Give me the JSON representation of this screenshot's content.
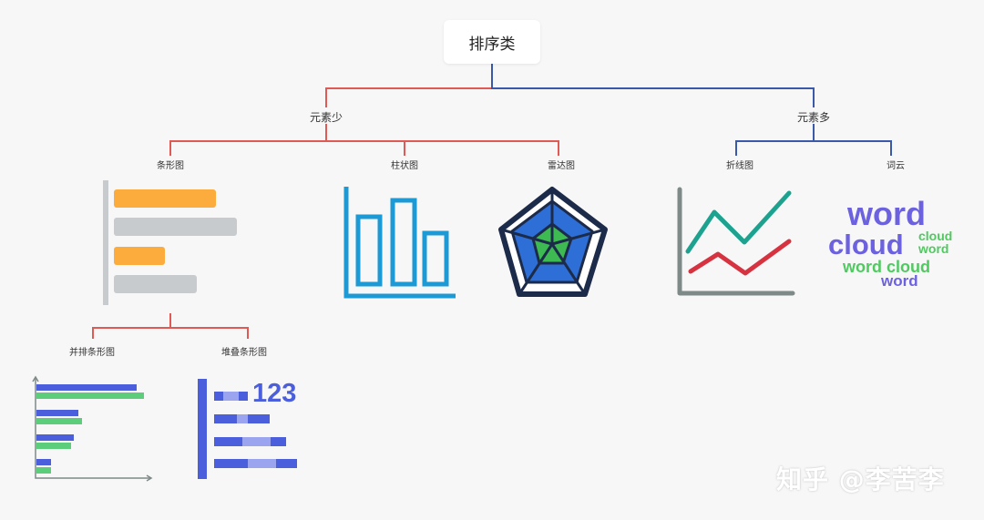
{
  "root": {
    "label": "排序类"
  },
  "branches": {
    "few": {
      "label": "元素少"
    },
    "many": {
      "label": "元素多"
    }
  },
  "leaves": {
    "bar": {
      "label": "条形图"
    },
    "column": {
      "label": "柱状图"
    },
    "radar": {
      "label": "雷达图"
    },
    "line": {
      "label": "折线图"
    },
    "wordcloud": {
      "label": "词云"
    },
    "grouped_bar": {
      "label": "并排条形图"
    },
    "stacked_bar": {
      "label": "堆叠条形图"
    }
  },
  "wordcloud_words": [
    "word",
    "cloud",
    "cloud",
    "word",
    "word cloud",
    "word"
  ],
  "stacked_number": "123",
  "watermark": "知乎 @李苦李",
  "colors": {
    "red_line": "#e05a55",
    "blue_line": "#3a59a8",
    "orange": "#fbac3c",
    "gray": "#c8cbce",
    "cyan": "#1b9ad6",
    "navy": "#1d2b4a",
    "radar_blue": "#2d6fd6",
    "radar_green": "#3dbb52",
    "teal": "#1ea290",
    "crimson": "#d6323f",
    "axis_gray": "#7e8a87",
    "word_purple": "#6c62e0",
    "word_green": "#50c961",
    "indigo": "#4b5fdc",
    "light_indigo": "#9aa4ef",
    "green_bar": "#5ccd7a"
  }
}
